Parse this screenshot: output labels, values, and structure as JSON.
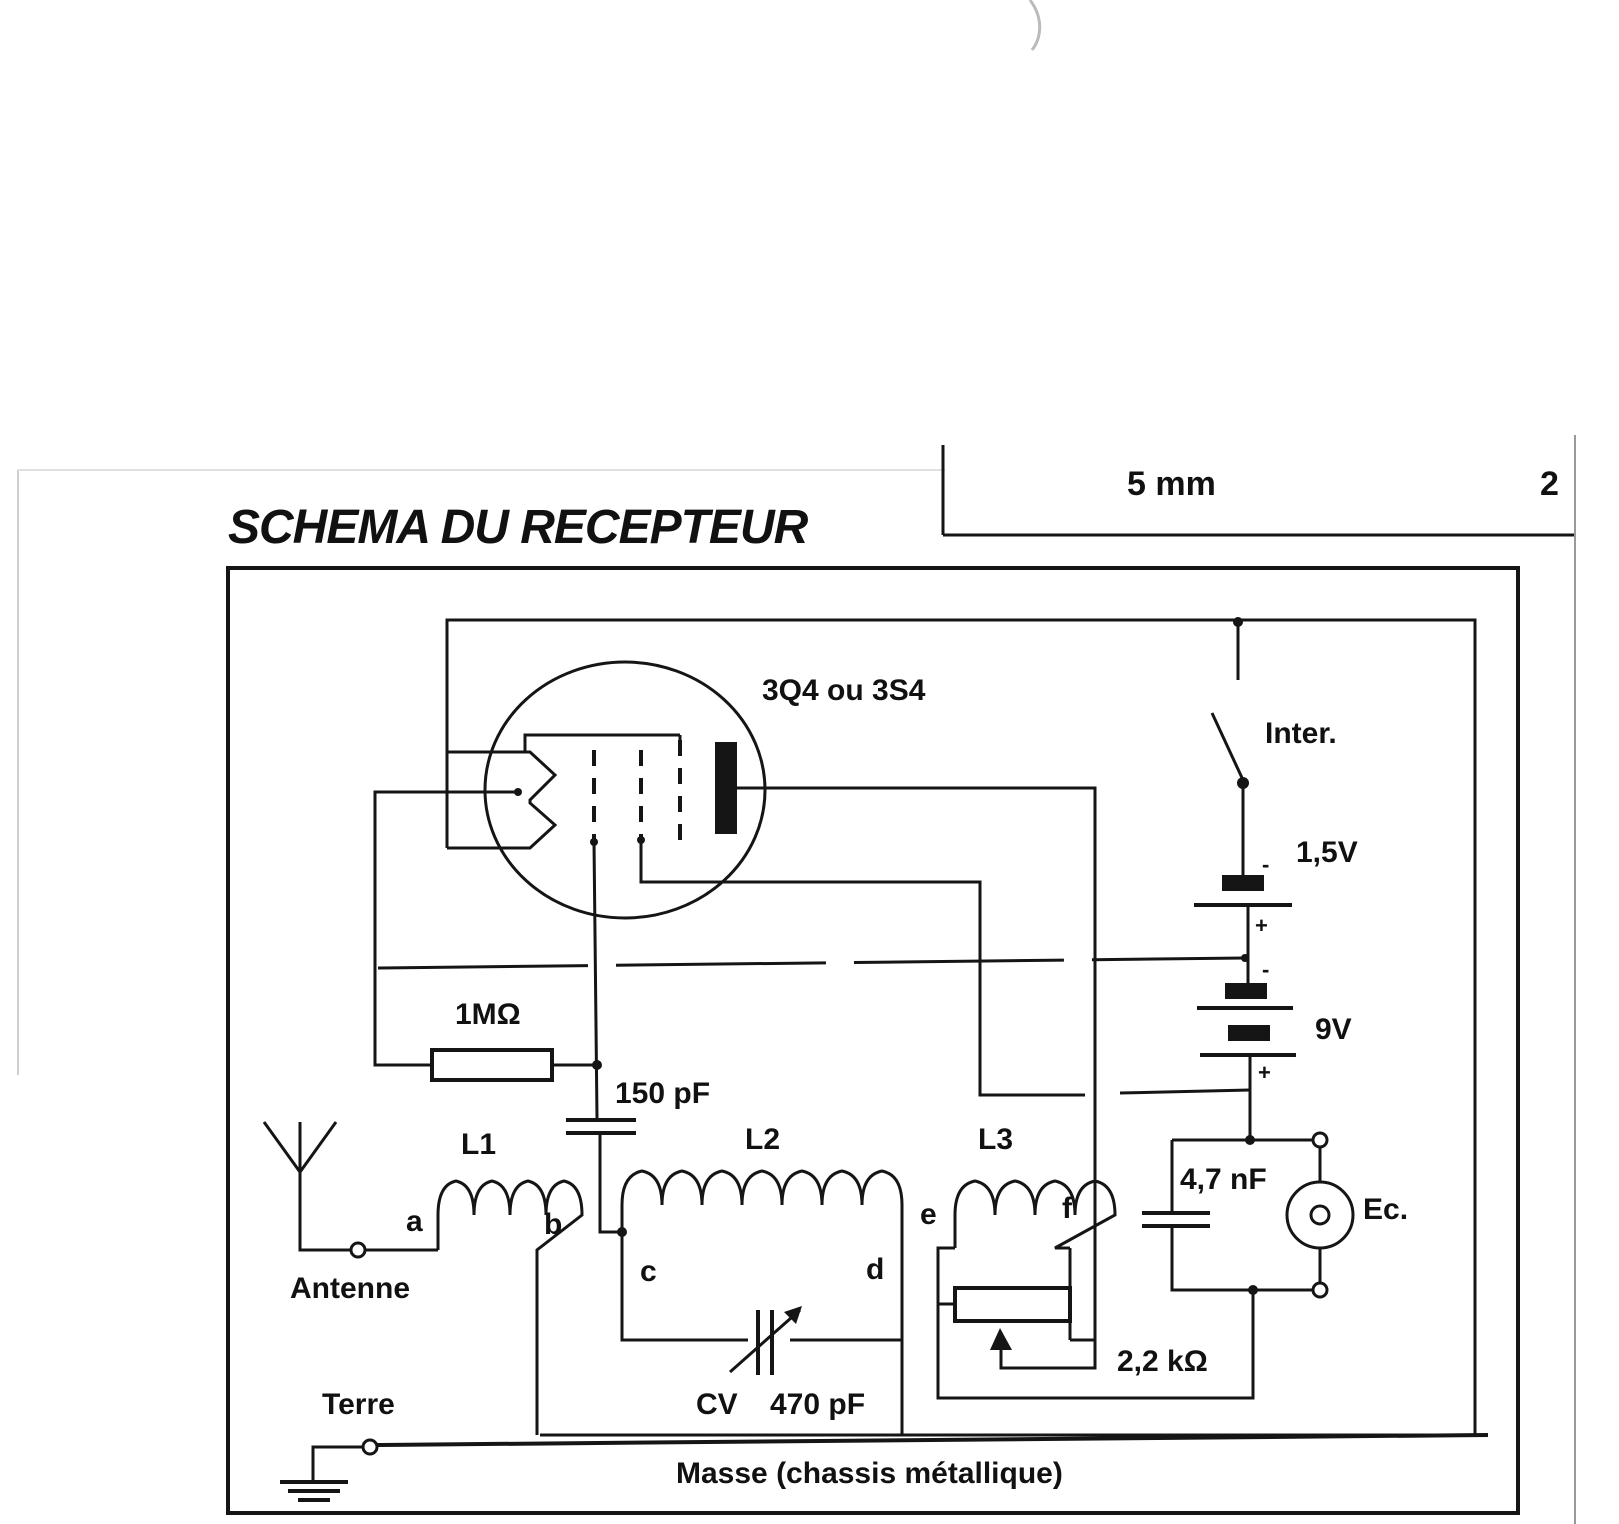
{
  "header_fragment": {
    "dimension": "5 mm",
    "count": "2"
  },
  "title": "SCHEMA DU RECEPTEUR",
  "tube": {
    "name": "3Q4 ou 3S4"
  },
  "switch": {
    "label": "Inter."
  },
  "batteries": {
    "low": {
      "label": "1,5V",
      "minus": "-",
      "plus": "+"
    },
    "high": {
      "label": "9V",
      "minus": "-",
      "plus": "+"
    }
  },
  "resistor": {
    "label": "1MΩ"
  },
  "capacitor_coupling": {
    "label": "150 pF"
  },
  "coils": {
    "l1": {
      "label": "L1",
      "terminal_a": "a",
      "terminal_b": "b"
    },
    "l2": {
      "label": "L2",
      "terminal_c": "c",
      "terminal_d": "d"
    },
    "l3": {
      "label": "L3",
      "terminal_e": "e",
      "terminal_f": "f"
    }
  },
  "variable_capacitor": {
    "name": "CV",
    "value": "470 pF"
  },
  "potentiometer": {
    "label": "2,2 kΩ"
  },
  "capacitor_output": {
    "label": "4,7 nF"
  },
  "earphone": {
    "label": "Ec."
  },
  "antenna": {
    "label": "Antenne"
  },
  "ground": {
    "label": "Terre"
  },
  "chassis": {
    "label": "Masse (chassis métallique)"
  }
}
